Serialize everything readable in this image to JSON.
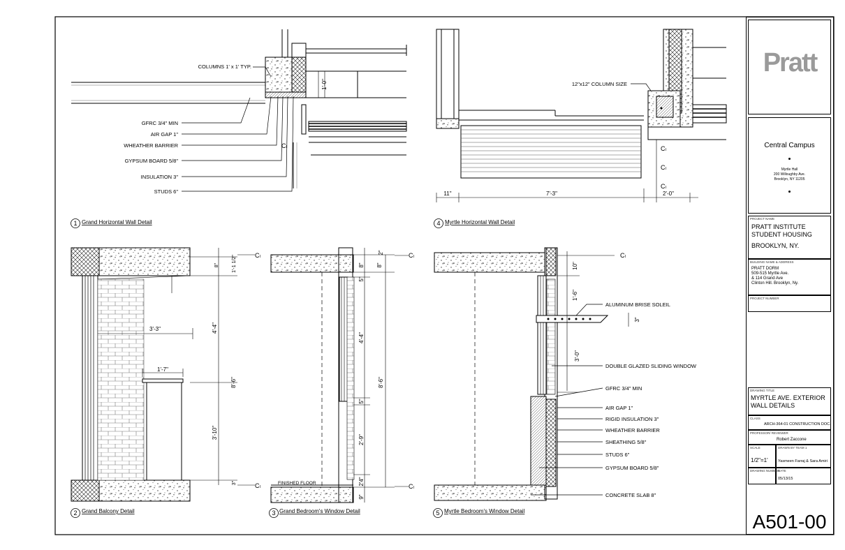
{
  "title_block": {
    "logo": "Pratt",
    "campus": {
      "title": "Central Campus",
      "address": [
        "Myrtle Hall",
        "200 Willoughby Ave.",
        "Brooklyn, NY 11205"
      ]
    },
    "project": {
      "label": "PROJECT NAME",
      "lines": [
        "PRATT INSTITUTE",
        "STUDENT HOUSING",
        "BROOKLYN, NY."
      ]
    },
    "building": {
      "label": "BUILDING NAME & ADDRESS",
      "lines": [
        "PRATT DORM",
        "509-515 Myrtle Ave.",
        "& 114 Grand Ave",
        "Clinton Hill. Brooklyn, Ny."
      ]
    },
    "project_number_label": "PROJECT NUMBER",
    "drawing_title": {
      "label": "DRAWING TITLE",
      "lines": [
        "MYRTLE AVE. EXTERIOR",
        "WALL DETAILS"
      ]
    },
    "class": {
      "label": "CLASS",
      "value": "ARCH-364-01 CONSTRUCTION DOC."
    },
    "professor": {
      "label": "PROFESSOR/ REVIEWER",
      "value": "Robert Zaccone"
    },
    "scale": {
      "label": "SCALE",
      "value": "1/2\"=1'"
    },
    "drawn_by": {
      "label": "DRAWN BY TEAM 1",
      "value": "Yasmeen Farraj & Sara Amiri"
    },
    "drawing_number": {
      "label": "DRAWING NUMBER",
      "value": "A501-00"
    },
    "date": {
      "label": "DATE",
      "value": "05/13/15"
    }
  },
  "details": [
    {
      "number": "1",
      "title": "Grand  Horizontal  Wall  Detail",
      "labels": [
        "COLUMNS 1' x 1' TYP.",
        "GFRC 3/4\" MIN",
        "AIR GAP 1\"",
        "WHEATHER BARRIER",
        "GYPSUM BOARD 5/8\"",
        "INSULATION 3\"",
        "STUDS 6\""
      ],
      "dims": [
        "1'-0\""
      ]
    },
    {
      "number": "2",
      "title": "Grand  Balcony  Detail",
      "dims": [
        "3'-3\"",
        "1'-7\"",
        "4'-4\"",
        "8'-6\"",
        "3'-10\"",
        "8\"",
        "1'-1 1/2\"",
        "3\""
      ]
    },
    {
      "number": "3",
      "title": "Grand  Bedroom's  Window  Detail",
      "labels": [
        "FINISHED FLOOR"
      ],
      "dims": [
        "2\"",
        "8\"",
        "8\"",
        "5\"",
        "4'-4\"",
        "8'-6\"",
        "5\"",
        "2'-9\"",
        "2'4\"",
        "9\""
      ]
    },
    {
      "number": "4",
      "title": "Myrtle   Horizontal  Wall  Detail",
      "labels": [
        "12\"x12\" COLUMN SIZE"
      ],
      "dims": [
        "11\"",
        "7'-3\"",
        "2'-0\""
      ]
    },
    {
      "number": "5",
      "title": "Myrtle  Bedroom's  Window  Detail",
      "labels": [
        "ALUMINUM BRISE SOLEIL",
        "DOUBLE GLAZED SLIDING WINDOW",
        "GFRC 3/4\" MIN",
        "AIR GAP 1\"",
        "RIGID INSULATION 3\"",
        "WHEATHER BARRIER",
        "SHEATHING 5/8\"",
        "STUDS 6\"",
        "GYPSUM BOARD 5/8\"",
        "CONCRETE SLAB 8\""
      ],
      "dims": [
        "10\"",
        "1'-6\"",
        "3\"",
        "3'-0\""
      ]
    }
  ],
  "centerline_symbol": "Cₗ"
}
